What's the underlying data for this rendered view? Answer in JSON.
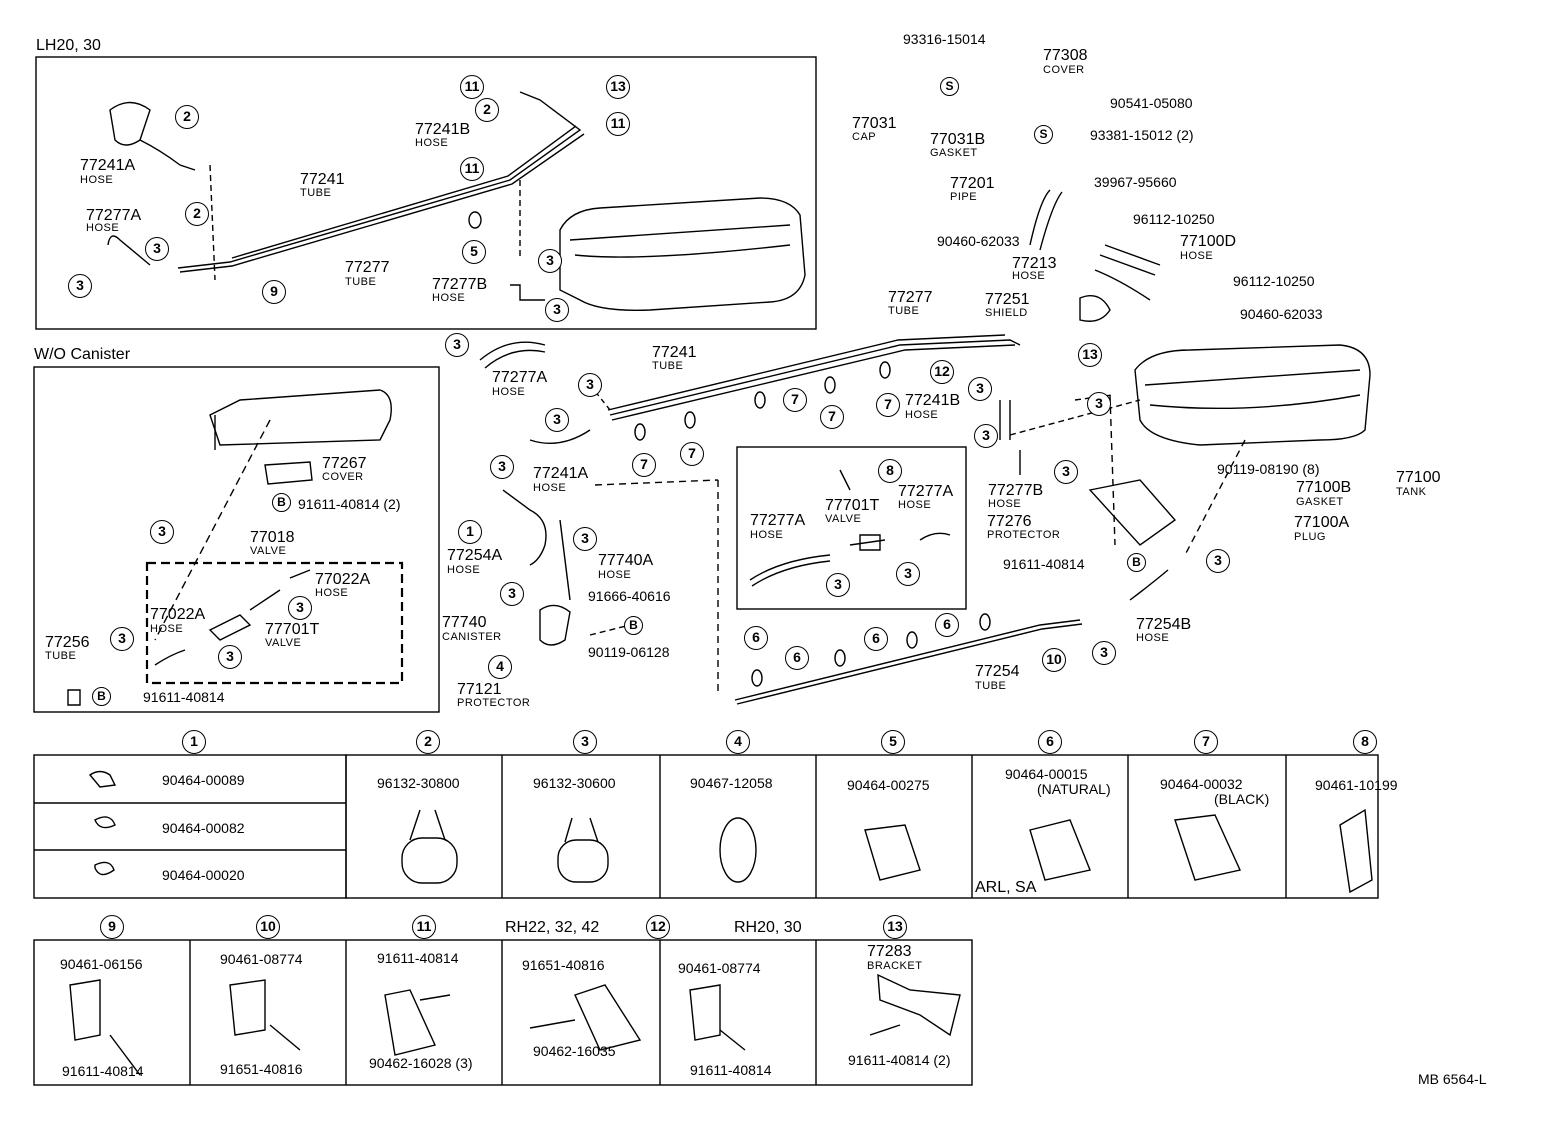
{
  "sections": {
    "lh": "LH20, 30",
    "wo_canister": "W/O Canister",
    "rh22": "RH22, 32, 42",
    "rh20": "RH20, 30",
    "arl_sa": "ARL, SA"
  },
  "part_names": {
    "hose": "HOSE",
    "tube": "TUBE",
    "cover": "COVER",
    "cap": "CAP",
    "gasket": "GASKET",
    "pipe": "PIPE",
    "shield": "SHIELD",
    "valve": "VALVE",
    "canister": "CANISTER",
    "protector": "PROTECTOR",
    "tank": "TANK",
    "plug": "PLUG",
    "bracket": "BRACKET"
  },
  "part_numbers": {
    "p77241A": "77241A",
    "p77241": "77241",
    "p77241B": "77241B",
    "p77277A": "77277A",
    "p77277": "77277",
    "p77277B": "77277B",
    "p77267": "77267",
    "p77018": "77018",
    "p77022A": "77022A",
    "p77701T": "77701T",
    "p77256": "77256",
    "p77308": "77308",
    "p77031": "77031",
    "p77031B": "77031B",
    "p77201": "77201",
    "p77100D": "77100D",
    "p77213": "77213",
    "p77251": "77251",
    "p77254A": "77254A",
    "p77740A": "77740A",
    "p77740": "77740",
    "p77121": "77121",
    "p77100": "77100",
    "p77100B": "77100B",
    "p77100A": "77100A",
    "p77276": "77276",
    "p77254B": "77254B",
    "p77254": "77254",
    "p77283": "77283",
    "c93316_15014": "93316-15014",
    "c90541_05080": "90541-05080",
    "c93381_15012": "93381-15012 (2)",
    "c39967_95660": "39967-95660",
    "c96112_10250": "96112-10250",
    "c90460_62033": "90460-62033",
    "c91611_40814": "91611-40814",
    "c91611_40814_2": "91611-40814 (2)",
    "c91666_40616": "91666-40616",
    "c90119_06128": "90119-06128",
    "c90119_08190": "90119-08190 (8)",
    "c90464_00089": "90464-00089",
    "c90464_00082": "90464-00082",
    "c90464_00020": "90464-00020",
    "c96132_30800": "96132-30800",
    "c96132_30600": "96132-30600",
    "c90467_12058": "90467-12058",
    "c90464_00275": "90464-00275",
    "c90464_00015": "90464-00015",
    "natural": "(NATURAL)",
    "c90464_00032": "90464-00032",
    "black": "(BLACK)",
    "c90461_10199": "90461-10199",
    "c90461_06156": "90461-06156",
    "c90461_08774": "90461-08774",
    "c91651_40816": "91651-40816",
    "c90462_16028": "90462-16028 (3)",
    "c90462_16035": "90462-16035"
  },
  "callouts": [
    "1",
    "2",
    "3",
    "4",
    "5",
    "6",
    "7",
    "8",
    "9",
    "10",
    "11",
    "12",
    "13"
  ],
  "symbols": {
    "s": "S",
    "b": "B"
  },
  "footer": {
    "ref": "MB 6564-L"
  }
}
